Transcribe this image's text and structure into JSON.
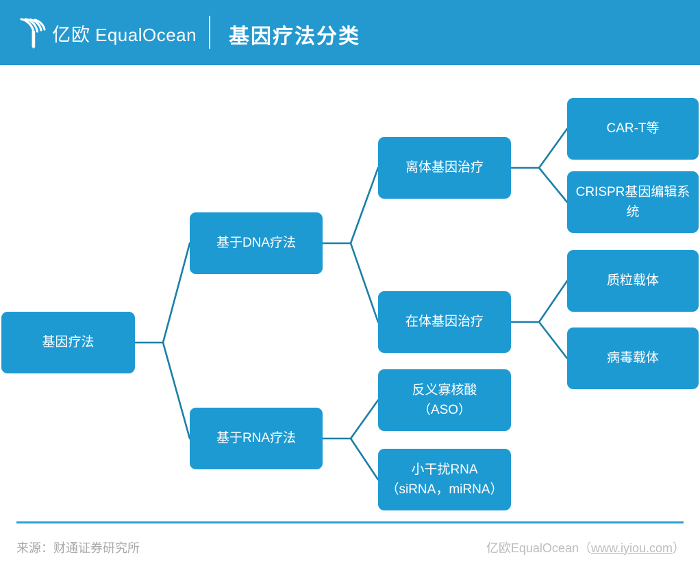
{
  "header": {
    "logo_cn": "亿欧",
    "logo_en": "EqualOcean",
    "title": "基因疗法分类",
    "bar_color": "#2499cf",
    "divider_color": "#ffffff"
  },
  "diagram": {
    "node_fill": "#1e9ad3",
    "connector_color": "#1b7fa8",
    "nodes": {
      "root": {
        "label": "基因疗法"
      },
      "dna": {
        "label": "基于DNA疗法"
      },
      "rna": {
        "label": "基于RNA疗法"
      },
      "ex_vivo": {
        "label": "离体基因治疗"
      },
      "in_vivo": {
        "label": "在体基因治疗"
      },
      "aso": {
        "line1": "反义寡核酸",
        "line2": "（ASO）"
      },
      "sirna": {
        "line1": "小干扰RNA",
        "line2": "（siRNA，miRNA）"
      },
      "cart": {
        "label": "CAR-T等"
      },
      "crispr": {
        "label": "CRISPR基因编辑系统"
      },
      "plasmid": {
        "label": "质粒载体"
      },
      "virus": {
        "label": "病毒载体"
      }
    }
  },
  "footer": {
    "source": "来源：财通证券研究所",
    "brand": "亿欧EqualOcean（",
    "url": "www.iyiou.com",
    "brand_close": "）",
    "rule_color": "#2ba0d6"
  }
}
